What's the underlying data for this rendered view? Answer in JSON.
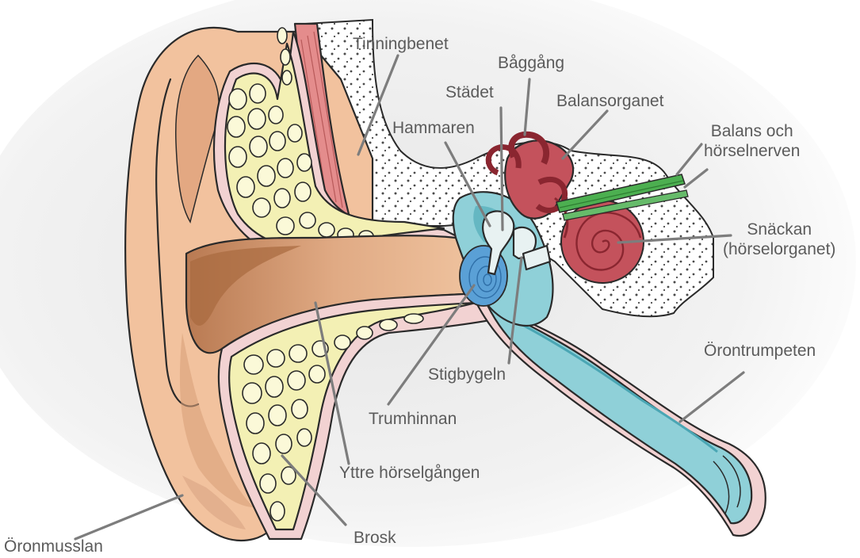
{
  "labels": {
    "tinningbenet": "Tinningbenet",
    "baggang": "Båggång",
    "stadet": "Städet",
    "balansorganet": "Balansorganet",
    "hammaren": "Hammaren",
    "nerve_line1": "Balans och",
    "nerve_line2": "hörselnerven",
    "snackan_line1": "Snäckan",
    "snackan_line2": "(hörselorganet)",
    "orontrumpeten": "Örontrumpeten",
    "stigbygeln": "Stigbygeln",
    "trumhinnan": "Trumhinnan",
    "yttre_horselgangen": "Yttre hörselgången",
    "brosk": "Brosk",
    "oronmusslan": "Öronmusslan"
  },
  "colors": {
    "skin": "#f2c29e",
    "skin_dark": "#d9a07a",
    "canal": "#c88a5e",
    "cartilage_fill": "#f3f0b4",
    "bone_pink": "#f2d2d2",
    "muscle": "#e48c8c",
    "inner_ear": "#c4525c",
    "inner_ear_dark": "#8a2630",
    "tube_blue": "#8fd0d8",
    "tube_blue_dark": "#4aa6b4",
    "eardrum": "#5aa0d6",
    "nerve": "#4caf50",
    "leader": "#7d7d7d",
    "text": "#5b5b5b"
  }
}
